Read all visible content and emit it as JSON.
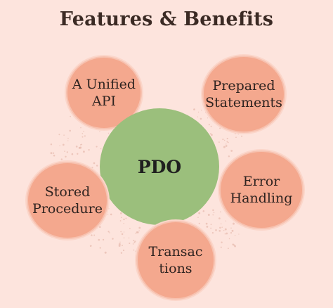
{
  "title": "Features & Benefits",
  "center": {
    "label": "PDO",
    "color": "#9bbf7c"
  },
  "features": [
    {
      "label": "A Unified\nAPI"
    },
    {
      "label": "Prepared\nStatements"
    },
    {
      "label": "Error\nHandling"
    },
    {
      "label": "Transac\ntions"
    },
    {
      "label": "Stored\nProcedure"
    }
  ],
  "colors": {
    "background": "#fde4dd",
    "feature": "#f4a88e",
    "center": "#9bbf7c",
    "text": "#3b2a24"
  }
}
